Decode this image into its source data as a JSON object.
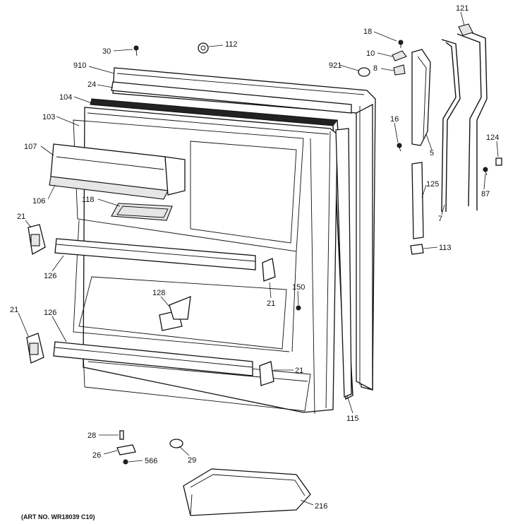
{
  "art_number": "(ART NO. WR18039 C10)",
  "callouts": {
    "c10": "10",
    "c121": "121",
    "c18": "18",
    "c30": "30",
    "c112": "112",
    "c910": "910",
    "c921": "921",
    "c8": "8",
    "c24": "24",
    "c104": "104",
    "c103": "103",
    "c16": "16",
    "c107": "107",
    "c5": "5",
    "c124": "124",
    "c125": "125",
    "c106": "106",
    "c118": "118",
    "c87": "87",
    "c7": "7",
    "c21a": "21",
    "c113": "113",
    "c126a": "126",
    "c150": "150",
    "c128": "128",
    "c21b": "21",
    "c21c": "21",
    "c126b": "126",
    "c21d": "21",
    "c115": "115",
    "c28": "28",
    "c26": "26",
    "c566": "566",
    "c29": "29",
    "c216": "216"
  }
}
